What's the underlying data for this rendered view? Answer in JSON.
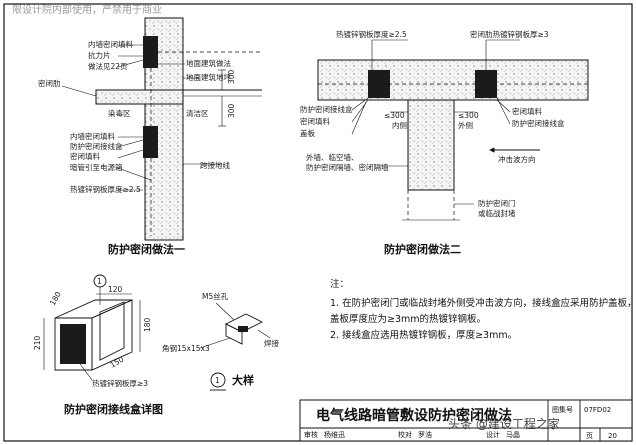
{
  "watermark": "限设计院内部使用，严禁用于商业",
  "detail1": {
    "caption": "防护密闭做法一",
    "labels": {
      "seal_plate": "内墙密闭填料",
      "anchor": "抗力片",
      "pipe_spec": "做法见22页",
      "sealing_wall": "密闭肋",
      "floor_finish": "地面建筑做法",
      "floor_layer": "地面建筑地坪",
      "dimension_300_a": "300",
      "dimension_300_b": "300",
      "contaminated_zone": "染毒区",
      "clean_zone": "清洁区",
      "inner_seal": "内墙密闭填料",
      "protective_box": "防护密闭接线盒",
      "sealant": "密闭填料",
      "conduit_pull": "暗管引至电源箱",
      "steel_plate": "热镀锌钢板厚度≥2.5",
      "crossing_ground": "跨接地线"
    }
  },
  "detail2": {
    "caption": "防护密闭做法二",
    "labels": {
      "steel_plate_top_left": "热镀锌钢板厚度≥2.5",
      "sealing_steel_right": "密闭肋热镀锌钢板厚≥3",
      "protective_box": "防护密闭接线盒",
      "seal_fill_left": "密闭填料",
      "cover": "盖板",
      "dim_left": "≤300",
      "dim_right": "≤300",
      "inner_side": "内侧",
      "outer_side": "外侧",
      "seal_fill_right": "密闭填料",
      "right_box": "防护密闭接线盒",
      "shock_direction": "冲击波方向",
      "wall_notes_1": "外墙、临空墙、",
      "wall_notes_2": "防护密闭隔墙、密闭隔墙",
      "door_1": "防护密闭门",
      "door_2": "或临战封堵"
    }
  },
  "detail3": {
    "caption": "防护密闭接线盒详图",
    "callout": "1",
    "dim_top_120": "120",
    "dim_180_left": "180",
    "dim_210": "210",
    "dim_180_right": "180",
    "dim_150": "150",
    "plate_note": "热镀锌钢板厚≥3"
  },
  "detail4": {
    "caption": "大样",
    "callout": "1",
    "bolt": "M5丝孔",
    "angle": "角钢15x15x3",
    "weld": "焊接"
  },
  "notes": {
    "heading": "注：",
    "items": [
      "1.  在防护密闭门或临战封堵外侧受冲击波方向，接线盒应采用防护盖板，",
      "     盖板厚度应为≥3mm的热镀锌钢板。",
      "2.  接线盒应选用热镀锌钢板，厚度≥3mm。"
    ]
  },
  "title_block": {
    "title": "电气线路暗管敷设防护密闭做法",
    "atlas_label": "图集号",
    "atlas_no": "07FD02",
    "row_labels": [
      "审核",
      "杨维迅",
      "校对",
      "罗浩",
      "设计",
      "马晶"
    ],
    "page_label": "页",
    "page_no": "20"
  },
  "watermark_bottom": "头条 @建设工程之家"
}
